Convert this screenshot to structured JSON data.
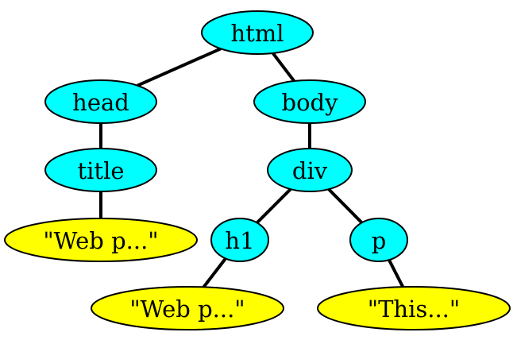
{
  "colors": {
    "element_fill": "#00ffff",
    "text_fill": "#ffff00",
    "stroke": "#000000"
  },
  "nodes": [
    {
      "id": "html",
      "label": "html",
      "kind": "element"
    },
    {
      "id": "head",
      "label": "head",
      "kind": "element"
    },
    {
      "id": "body",
      "label": "body",
      "kind": "element"
    },
    {
      "id": "title",
      "label": "title",
      "kind": "element"
    },
    {
      "id": "div",
      "label": "div",
      "kind": "element"
    },
    {
      "id": "text1",
      "label": "\"Web p...\"",
      "kind": "text"
    },
    {
      "id": "h1",
      "label": "h1",
      "kind": "element"
    },
    {
      "id": "p",
      "label": "p",
      "kind": "element"
    },
    {
      "id": "text2",
      "label": "\"Web p...\"",
      "kind": "text"
    },
    {
      "id": "text3",
      "label": "\"This...\"",
      "kind": "text"
    }
  ],
  "edges": [
    {
      "from": "html",
      "to": "head"
    },
    {
      "from": "html",
      "to": "body"
    },
    {
      "from": "head",
      "to": "title"
    },
    {
      "from": "title",
      "to": "text1"
    },
    {
      "from": "body",
      "to": "div"
    },
    {
      "from": "div",
      "to": "h1"
    },
    {
      "from": "div",
      "to": "p"
    },
    {
      "from": "h1",
      "to": "text2"
    },
    {
      "from": "p",
      "to": "text3"
    }
  ]
}
